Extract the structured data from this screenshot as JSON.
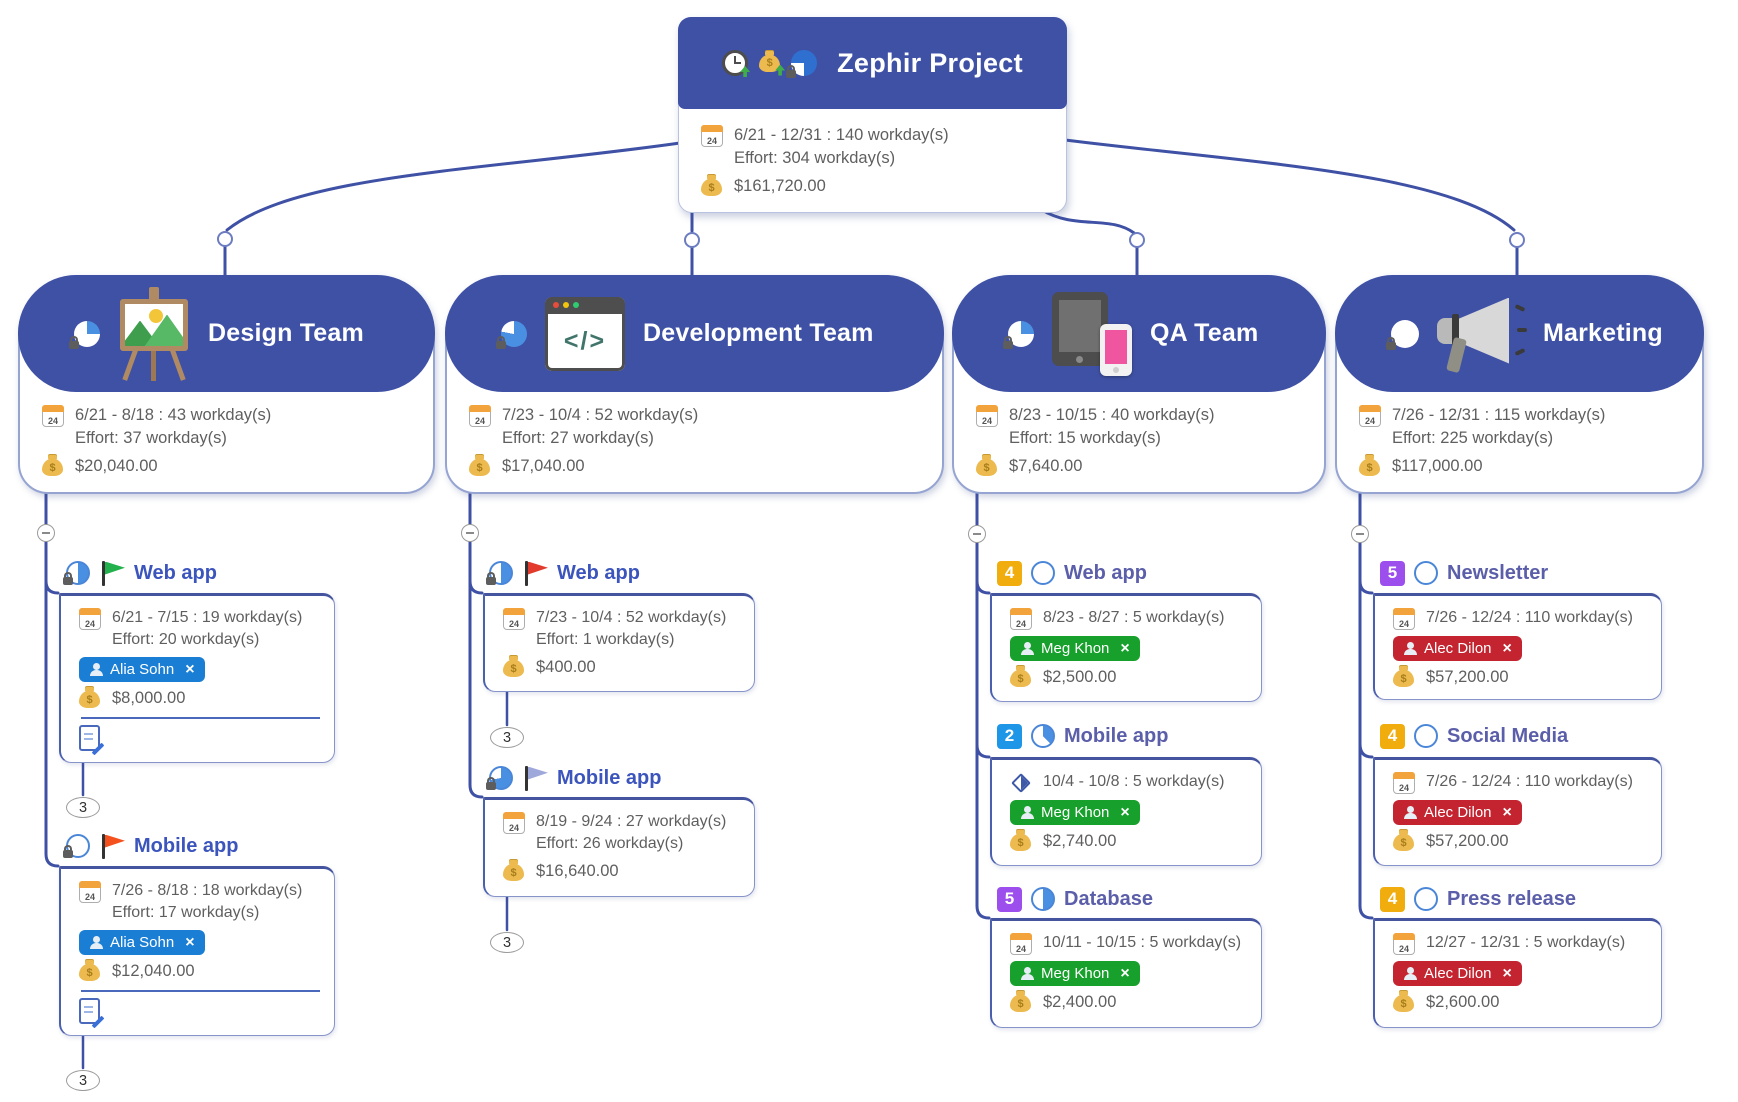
{
  "icons": {
    "calendar_label": "24",
    "money_symbol": "$",
    "close_glyph": "×",
    "code_glyph": "</>"
  },
  "colors": {
    "node_blue": "#3f51a5",
    "connector_blue": "#3f51a5",
    "progress_blue": "#4a90e2",
    "tag_blue": "#1a7fd4",
    "tag_green": "#17a02b",
    "tag_red": "#c32430",
    "priority_yellow": "#f0ad0d",
    "priority_blue": "#1e96e8",
    "priority_purple": "#9c4fec",
    "flag_green": "#22b14c",
    "flag_orange": "#f4511e",
    "flag_red": "#e23b2e",
    "flag_periwinkle": "#9fa8da"
  },
  "root": {
    "title": "Zephir Project",
    "icons": [
      "clock-up-icon",
      "money-up-icon",
      "progress-locked-icon"
    ],
    "schedule": "6/21 - 12/31 : 140 workday(s)",
    "effort": "Effort: 304 workday(s)",
    "cost": "$161,720.00"
  },
  "branches": [
    {
      "title": "Design Team",
      "icon": "easel-painting-icon",
      "progress_icon": "progress-25-locked",
      "schedule": "6/21 - 8/18 : 43 workday(s)",
      "effort": "Effort: 37 workday(s)",
      "cost": "$20,040.00",
      "children": [
        {
          "title": "Web app",
          "progress_icon": "progress-50-locked",
          "flag": "green",
          "schedule": "6/21 - 7/15 : 19 workday(s)",
          "effort": "Effort: 20 workday(s)",
          "assignee": "Alia Sohn",
          "assignee_color": "#1a7fd4",
          "cost": "$8,000.00",
          "has_notes": true,
          "badge": "3"
        },
        {
          "title": "Mobile app",
          "progress_icon": "progress-0-locked",
          "flag": "orange",
          "schedule": "7/26 - 8/18 : 18 workday(s)",
          "effort": "Effort: 17 workday(s)",
          "assignee": "Alia Sohn",
          "assignee_color": "#1a7fd4",
          "cost": "$12,040.00",
          "has_notes": true,
          "badge": "3"
        }
      ]
    },
    {
      "title": "Development Team",
      "icon": "code-window-icon",
      "progress_icon": "progress-78-locked",
      "schedule": "7/23 - 10/4 : 52 workday(s)",
      "effort": "Effort: 27 workday(s)",
      "cost": "$17,040.00",
      "children": [
        {
          "title": "Web app",
          "progress_icon": "progress-50-locked",
          "flag": "red",
          "schedule": "7/23 - 10/4 : 52 workday(s)",
          "effort": "Effort: 1 workday(s)",
          "cost": "$400.00",
          "badge": "3"
        },
        {
          "title": "Mobile app",
          "progress_icon": "progress-72-locked",
          "flag": "periwinkle",
          "schedule": "8/19 - 9/24 : 27 workday(s)",
          "effort": "Effort: 26 workday(s)",
          "cost": "$16,640.00",
          "badge": "3"
        }
      ]
    },
    {
      "title": "QA Team",
      "icon": "tablet-phone-icon",
      "progress_icon": "progress-25-locked",
      "schedule": "8/23 - 10/15 : 40 workday(s)",
      "effort": "Effort: 15 workday(s)",
      "cost": "$7,640.00",
      "children": [
        {
          "title": "Web app",
          "priority": "4",
          "priority_color": "#f0ad0d",
          "progress_icon": "progress-0",
          "schedule": "8/23 - 8/27 : 5 workday(s)",
          "assignee": "Meg Khon",
          "assignee_color": "#17a02b",
          "cost": "$2,500.00"
        },
        {
          "title": "Mobile app",
          "priority": "2",
          "priority_color": "#1e96e8",
          "progress_icon": "progress-38",
          "schedule_icon": "milestone-diamond-icon",
          "schedule": "10/4 - 10/8 : 5 workday(s)",
          "assignee": "Meg Khon",
          "assignee_color": "#17a02b",
          "cost": "$2,740.00"
        },
        {
          "title": "Database",
          "priority": "5",
          "priority_color": "#9c4fec",
          "progress_icon": "progress-50",
          "schedule": "10/11 - 10/15 : 5 workday(s)",
          "assignee": "Meg Khon",
          "assignee_color": "#17a02b",
          "cost": "$2,400.00"
        }
      ]
    },
    {
      "title": "Marketing",
      "icon": "megaphone-icon",
      "progress_icon": "progress-0-locked",
      "schedule": "7/26 - 12/31 : 115 workday(s)",
      "effort": "Effort: 225 workday(s)",
      "cost": "$117,000.00",
      "children": [
        {
          "title": "Newsletter",
          "priority": "5",
          "priority_color": "#9c4fec",
          "progress_icon": "progress-0",
          "schedule": "7/26 - 12/24 : 110 workday(s)",
          "assignee": "Alec Dilon",
          "assignee_color": "#c32430",
          "cost": "$57,200.00"
        },
        {
          "title": "Social Media",
          "priority": "4",
          "priority_color": "#f0ad0d",
          "progress_icon": "progress-0",
          "schedule": "7/26 - 12/24 : 110 workday(s)",
          "assignee": "Alec Dilon",
          "assignee_color": "#c32430",
          "cost": "$57,200.00"
        },
        {
          "title": "Press release",
          "priority": "4",
          "priority_color": "#f0ad0d",
          "progress_icon": "progress-0",
          "schedule": "12/27 - 12/31 : 5 workday(s)",
          "assignee": "Alec Dilon",
          "assignee_color": "#c32430",
          "cost": "$2,600.00"
        }
      ]
    }
  ]
}
